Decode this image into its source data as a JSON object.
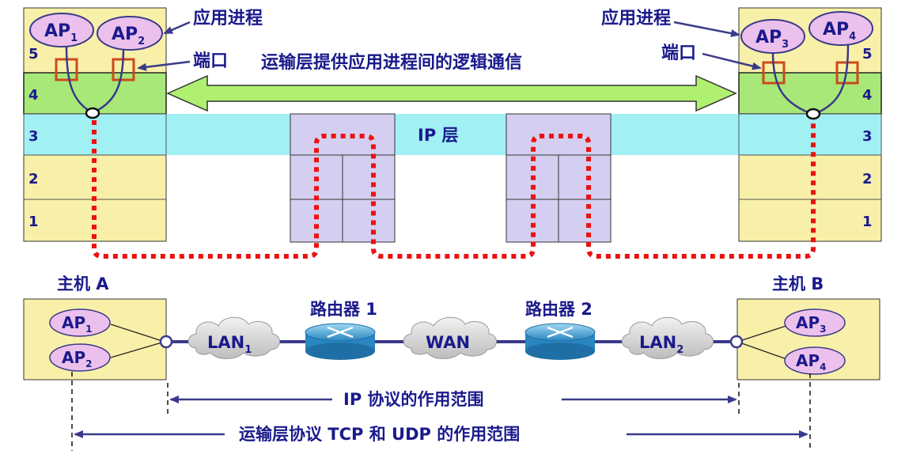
{
  "labels": {
    "app_process": "应用进程",
    "port": "端口",
    "transport_logical": "运输层提供应用进程间的逻辑通信",
    "ip_layer": "IP 层",
    "host_a": "主机 A",
    "host_b": "主机 B",
    "router1": "路由器 1",
    "router2": "路由器 2",
    "ip_scope": "IP 协议的作用范围",
    "transport_scope": "运输层协议 TCP 和 UDP 的作用范围"
  },
  "layers": [
    "5",
    "4",
    "3",
    "2",
    "1"
  ],
  "ap": {
    "prefix": "AP",
    "host_a": [
      "1",
      "2"
    ],
    "host_b": [
      "3",
      "4"
    ]
  },
  "networks": {
    "lan1": {
      "name": "LAN",
      "sub": "1"
    },
    "wan": {
      "name": "WAN"
    },
    "lan2": {
      "name": "LAN",
      "sub": "2"
    }
  },
  "colors": {
    "host_fill": "#f8f0a8",
    "layer4_fill": "#a8e878",
    "ip_band": "#a0f0f4",
    "router_box": "#d4cff0",
    "ap_fill": "#ecc0ec",
    "text_blue": "#1a1a8c",
    "path_red": "#ee1111",
    "arrow_green": "#b0f070",
    "line_navy": "#3a3a8a",
    "port_box": "#cc4a1a"
  }
}
